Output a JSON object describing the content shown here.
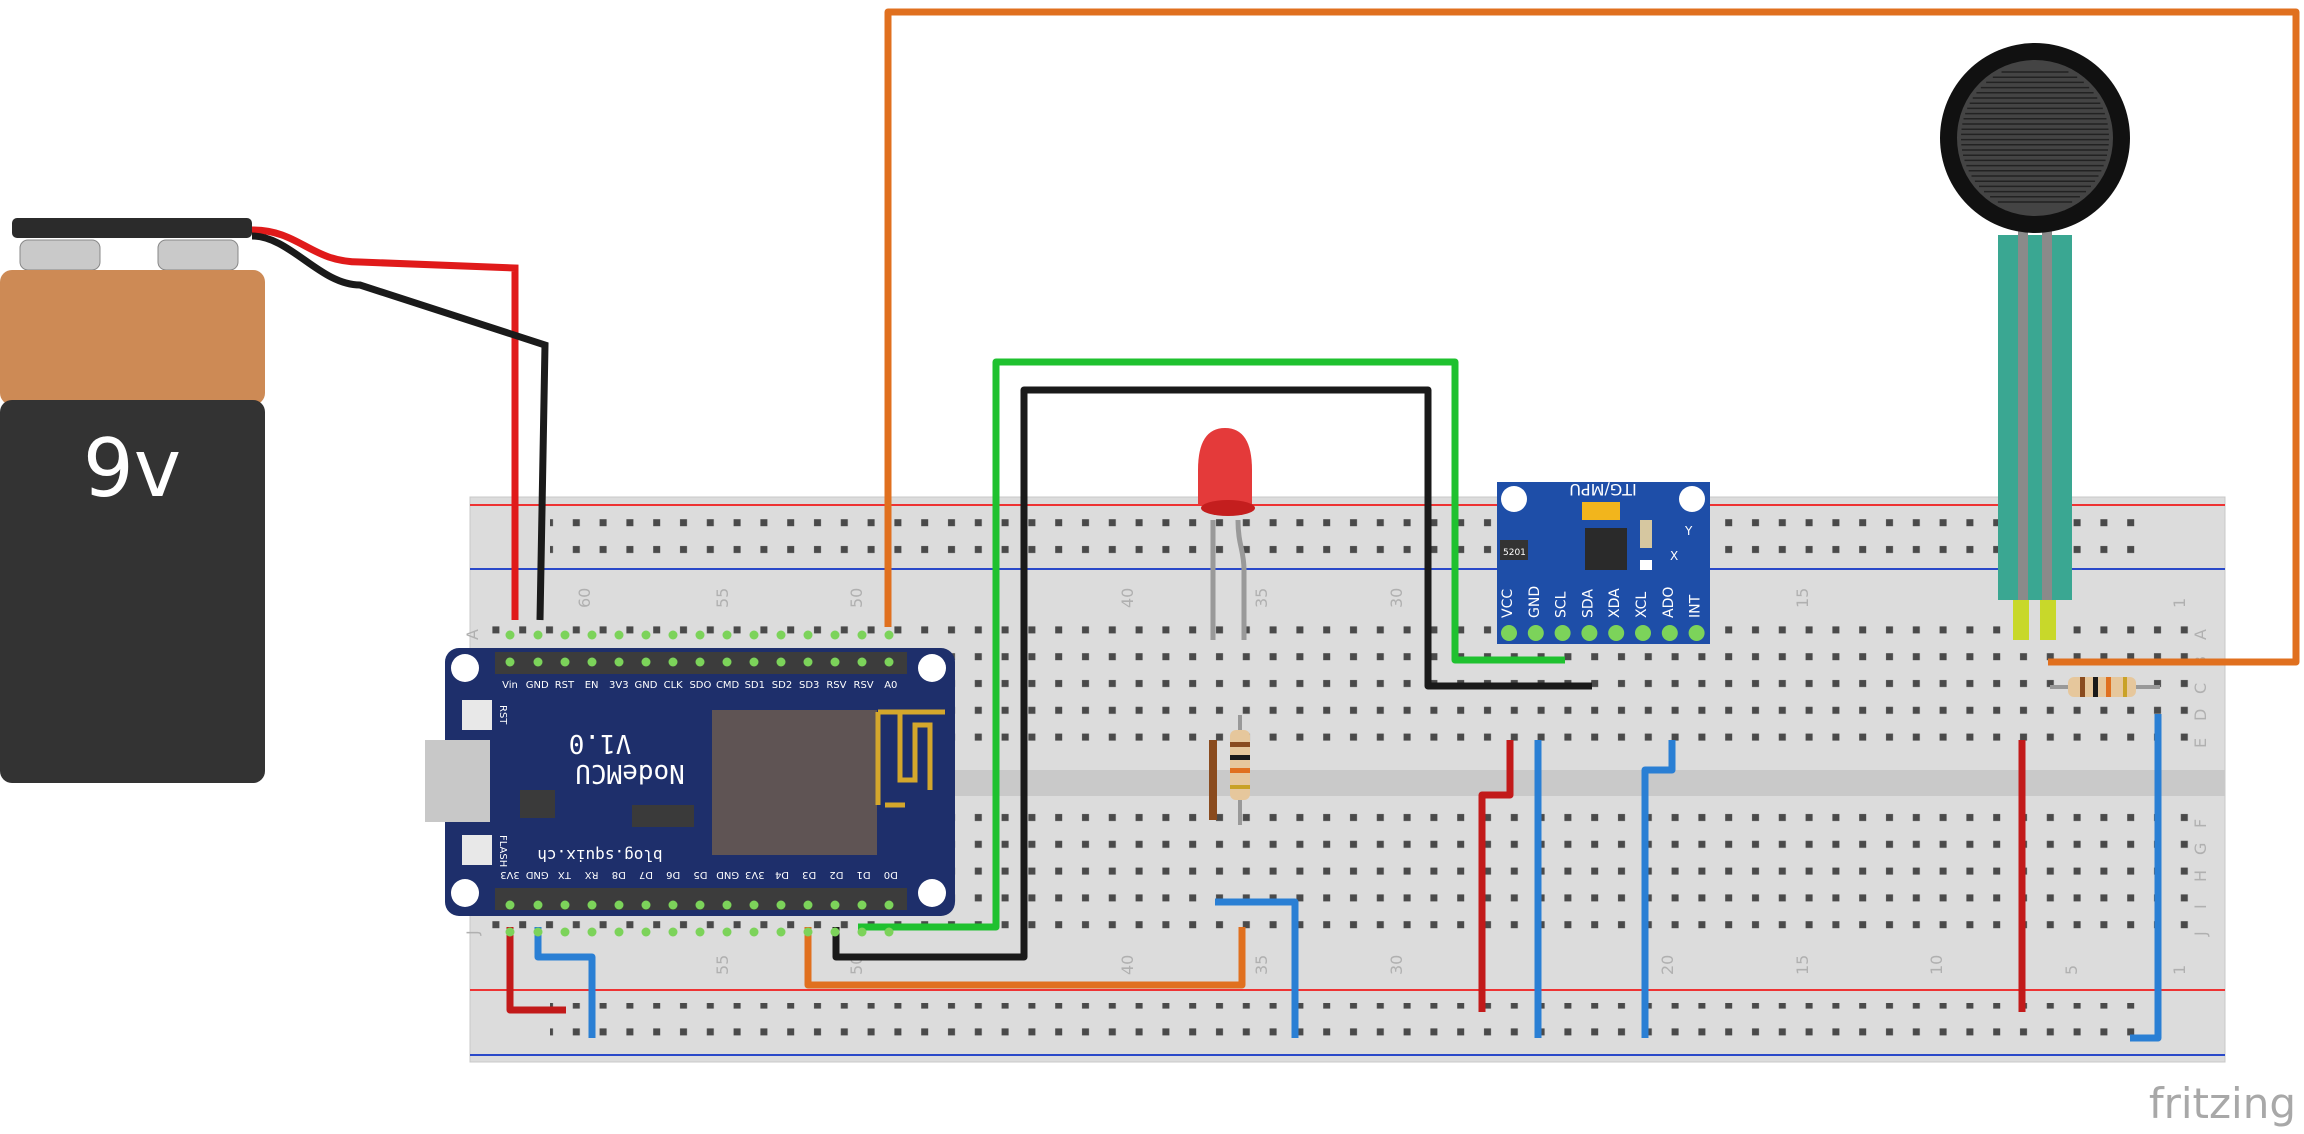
{
  "battery": {
    "label": "9v",
    "icon": "battery-9v-icon"
  },
  "breadboard": {
    "column_numbers_top": [
      "60",
      "55",
      "50",
      "40",
      "35",
      "30",
      "15",
      "1"
    ],
    "column_numbers_bottom": [
      "55",
      "50",
      "40",
      "35",
      "30",
      "20",
      "15",
      "10",
      "5",
      "1"
    ],
    "row_letters_right": [
      "A",
      "B",
      "C",
      "D",
      "E",
      "F",
      "G",
      "H",
      "I",
      "J"
    ],
    "row_letter_left_top": "A",
    "row_letter_left_bottom": "J"
  },
  "nodemcu": {
    "title": "NodeMCU",
    "version": "V1.0",
    "url": "blog.squix.ch",
    "rst_label": "RST",
    "flash_label": "FLASH",
    "top_pins": [
      "Vin",
      "GND",
      "RST",
      "EN",
      "3V3",
      "GND",
      "CLK",
      "SDO",
      "CMD",
      "SD1",
      "SD2",
      "SD3",
      "RSV",
      "RSV",
      "A0"
    ],
    "bottom_pins": [
      "3V3",
      "GND",
      "TX",
      "RX",
      "D8",
      "D7",
      "D6",
      "D5",
      "GND",
      "3V3",
      "D4",
      "D3",
      "D2",
      "D1",
      "D0"
    ]
  },
  "mpu": {
    "title": "ITG/MPU",
    "pins": [
      "VCC",
      "GND",
      "SCL",
      "SDA",
      "XDA",
      "XCL",
      "ADO",
      "INT"
    ],
    "chip_label": "5201",
    "axis_y": "Y",
    "axis_x": "X"
  },
  "components": {
    "led": "red-led",
    "fsr": "force-sensitive-resistor",
    "resistor": "resistor"
  },
  "colors": {
    "wire_orange": "#e0701f",
    "wire_green": "#1fc12f",
    "wire_black": "#1a1a1a",
    "wire_red": "#e01a1a",
    "wire_blue": "#2a7fd4",
    "wire_darkred": "#c21a1a",
    "board_blue": "#1e2f6b"
  },
  "watermark": "fritzing"
}
